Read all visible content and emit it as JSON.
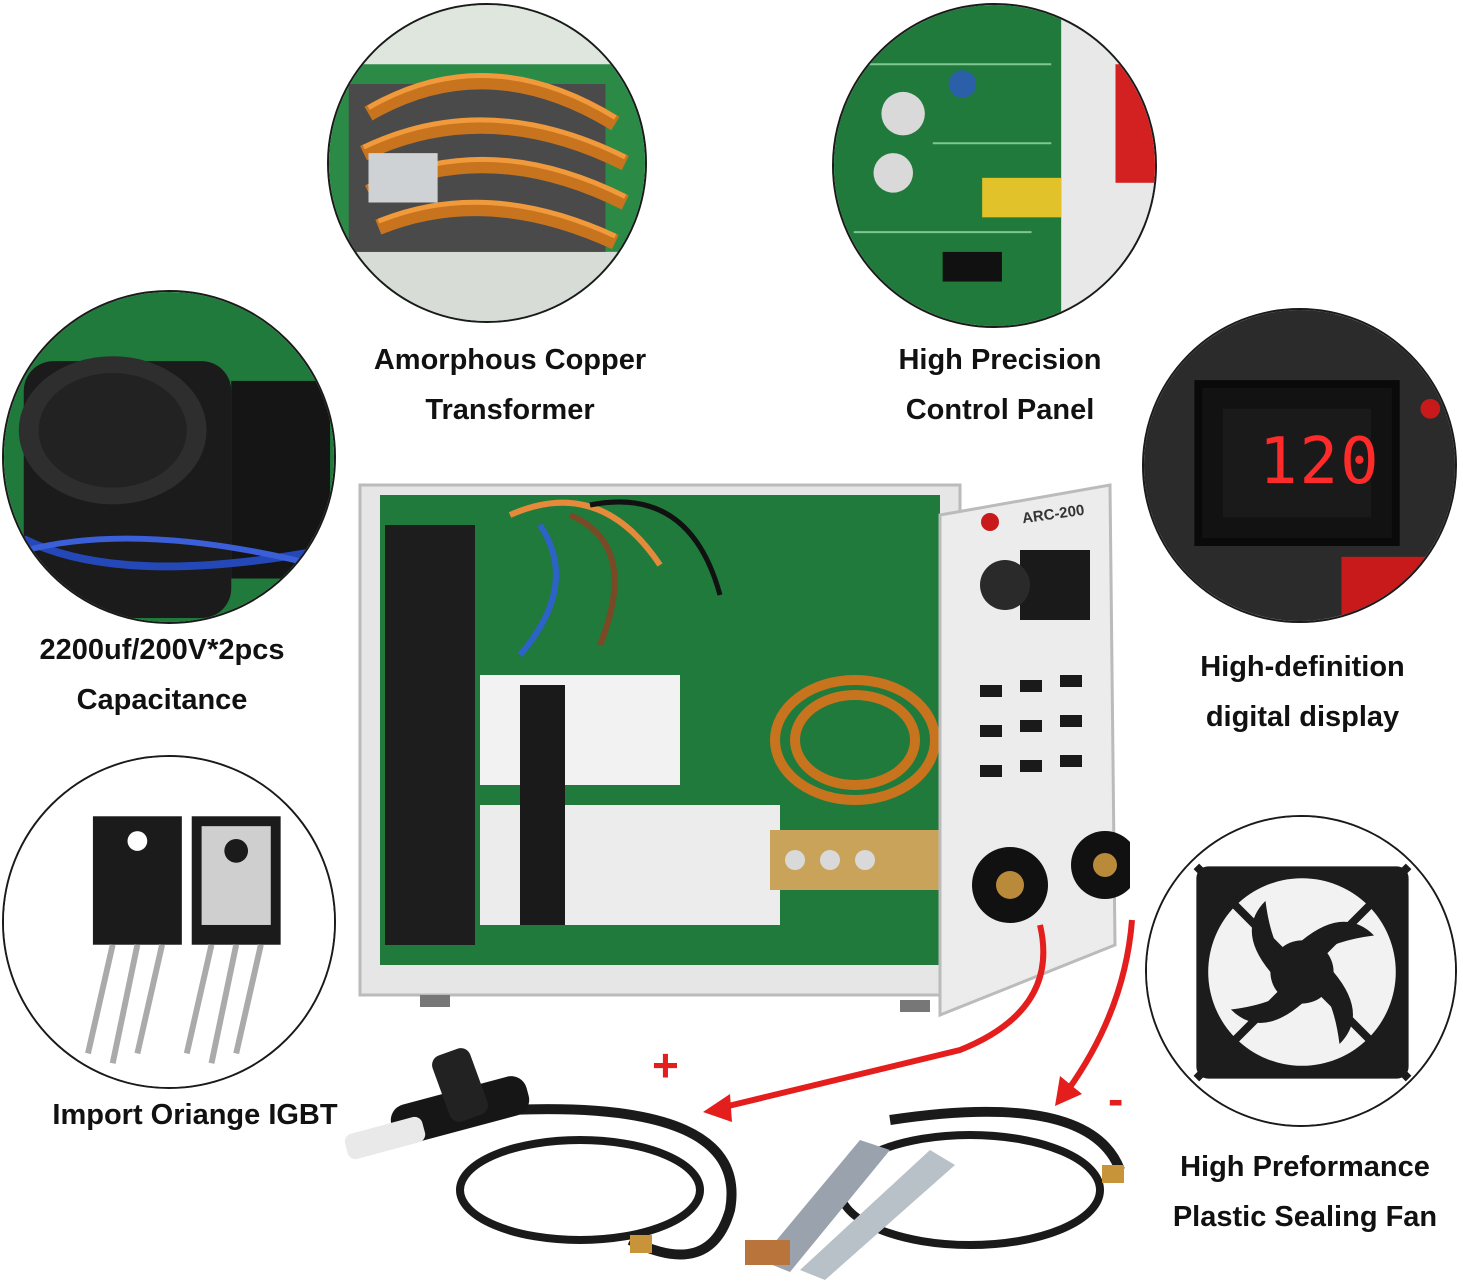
{
  "features": {
    "transformer": {
      "line1": "Amorphous Copper",
      "line2": "Transformer"
    },
    "control_panel": {
      "line1": "High Precision",
      "line2": "Control Panel"
    },
    "capacitance": {
      "line1": "2200uf/200V*2pcs",
      "line2": "Capacitance"
    },
    "display": {
      "line1": "High-definition",
      "line2": "digital display",
      "reading": "120"
    },
    "igbt": {
      "line1": "Import Oriange IGBT"
    },
    "fan": {
      "line1": "High Preformance",
      "line2": "Plastic Sealing Fan"
    }
  },
  "machine": {
    "model_label": "ARC-200"
  },
  "polarity": {
    "positive": "+",
    "negative": "-"
  },
  "colors": {
    "pcb_green": "#1e7a3c",
    "copper": "#c8731e",
    "accent_red": "#e41d1d",
    "casing": "#e6e6e6"
  }
}
